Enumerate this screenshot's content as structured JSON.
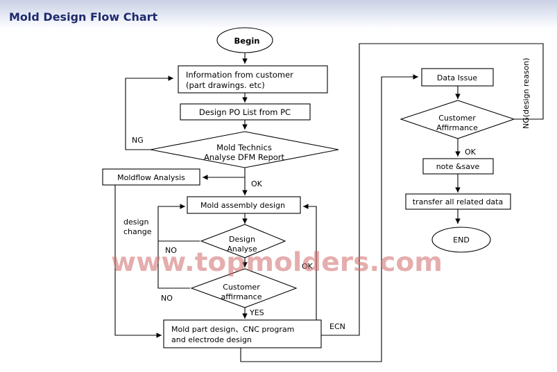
{
  "title": "Mold Design Flow Chart",
  "watermark": "www.topmolders.com",
  "nodes": {
    "begin": "Begin",
    "info_line1": "Information from customer",
    "info_line2": "(part drawings. etc)",
    "po_list": "Design PO List from PC",
    "technics_line1": "Mold Technics",
    "technics_line2": "Analyse DFM Report",
    "moldflow": "Moldflow Analysis",
    "assembly": "Mold assembly design",
    "design_analyse_line1": "Design",
    "design_analyse_line2": "Analyse",
    "customer_aff_line1": "Customer",
    "customer_aff_line2": "affirmance",
    "part_design_line1": "Mold part design、CNC program",
    "part_design_line2": "and electrode design",
    "data_issue": "Data Issue",
    "customer_aff2_line1": "Customer",
    "customer_aff2_line2": "Affirmance",
    "note_save": "note &save",
    "transfer": "transfer all related data",
    "end": "END"
  },
  "labels": {
    "ng_left": "NG",
    "ok_technics": "OK",
    "design_change_line1": "design",
    "design_change_line2": "change",
    "no_design": "NO",
    "no_customer": "NO",
    "ok_assembly": "OK",
    "yes_customer": "YES",
    "ecn": "ECN",
    "ok_right": "OK",
    "ng_design_reason": "NG(design reason)"
  },
  "colors": {
    "title": "#1f2a6e",
    "watermark": "#cf6a6a",
    "lines": "#000000"
  }
}
